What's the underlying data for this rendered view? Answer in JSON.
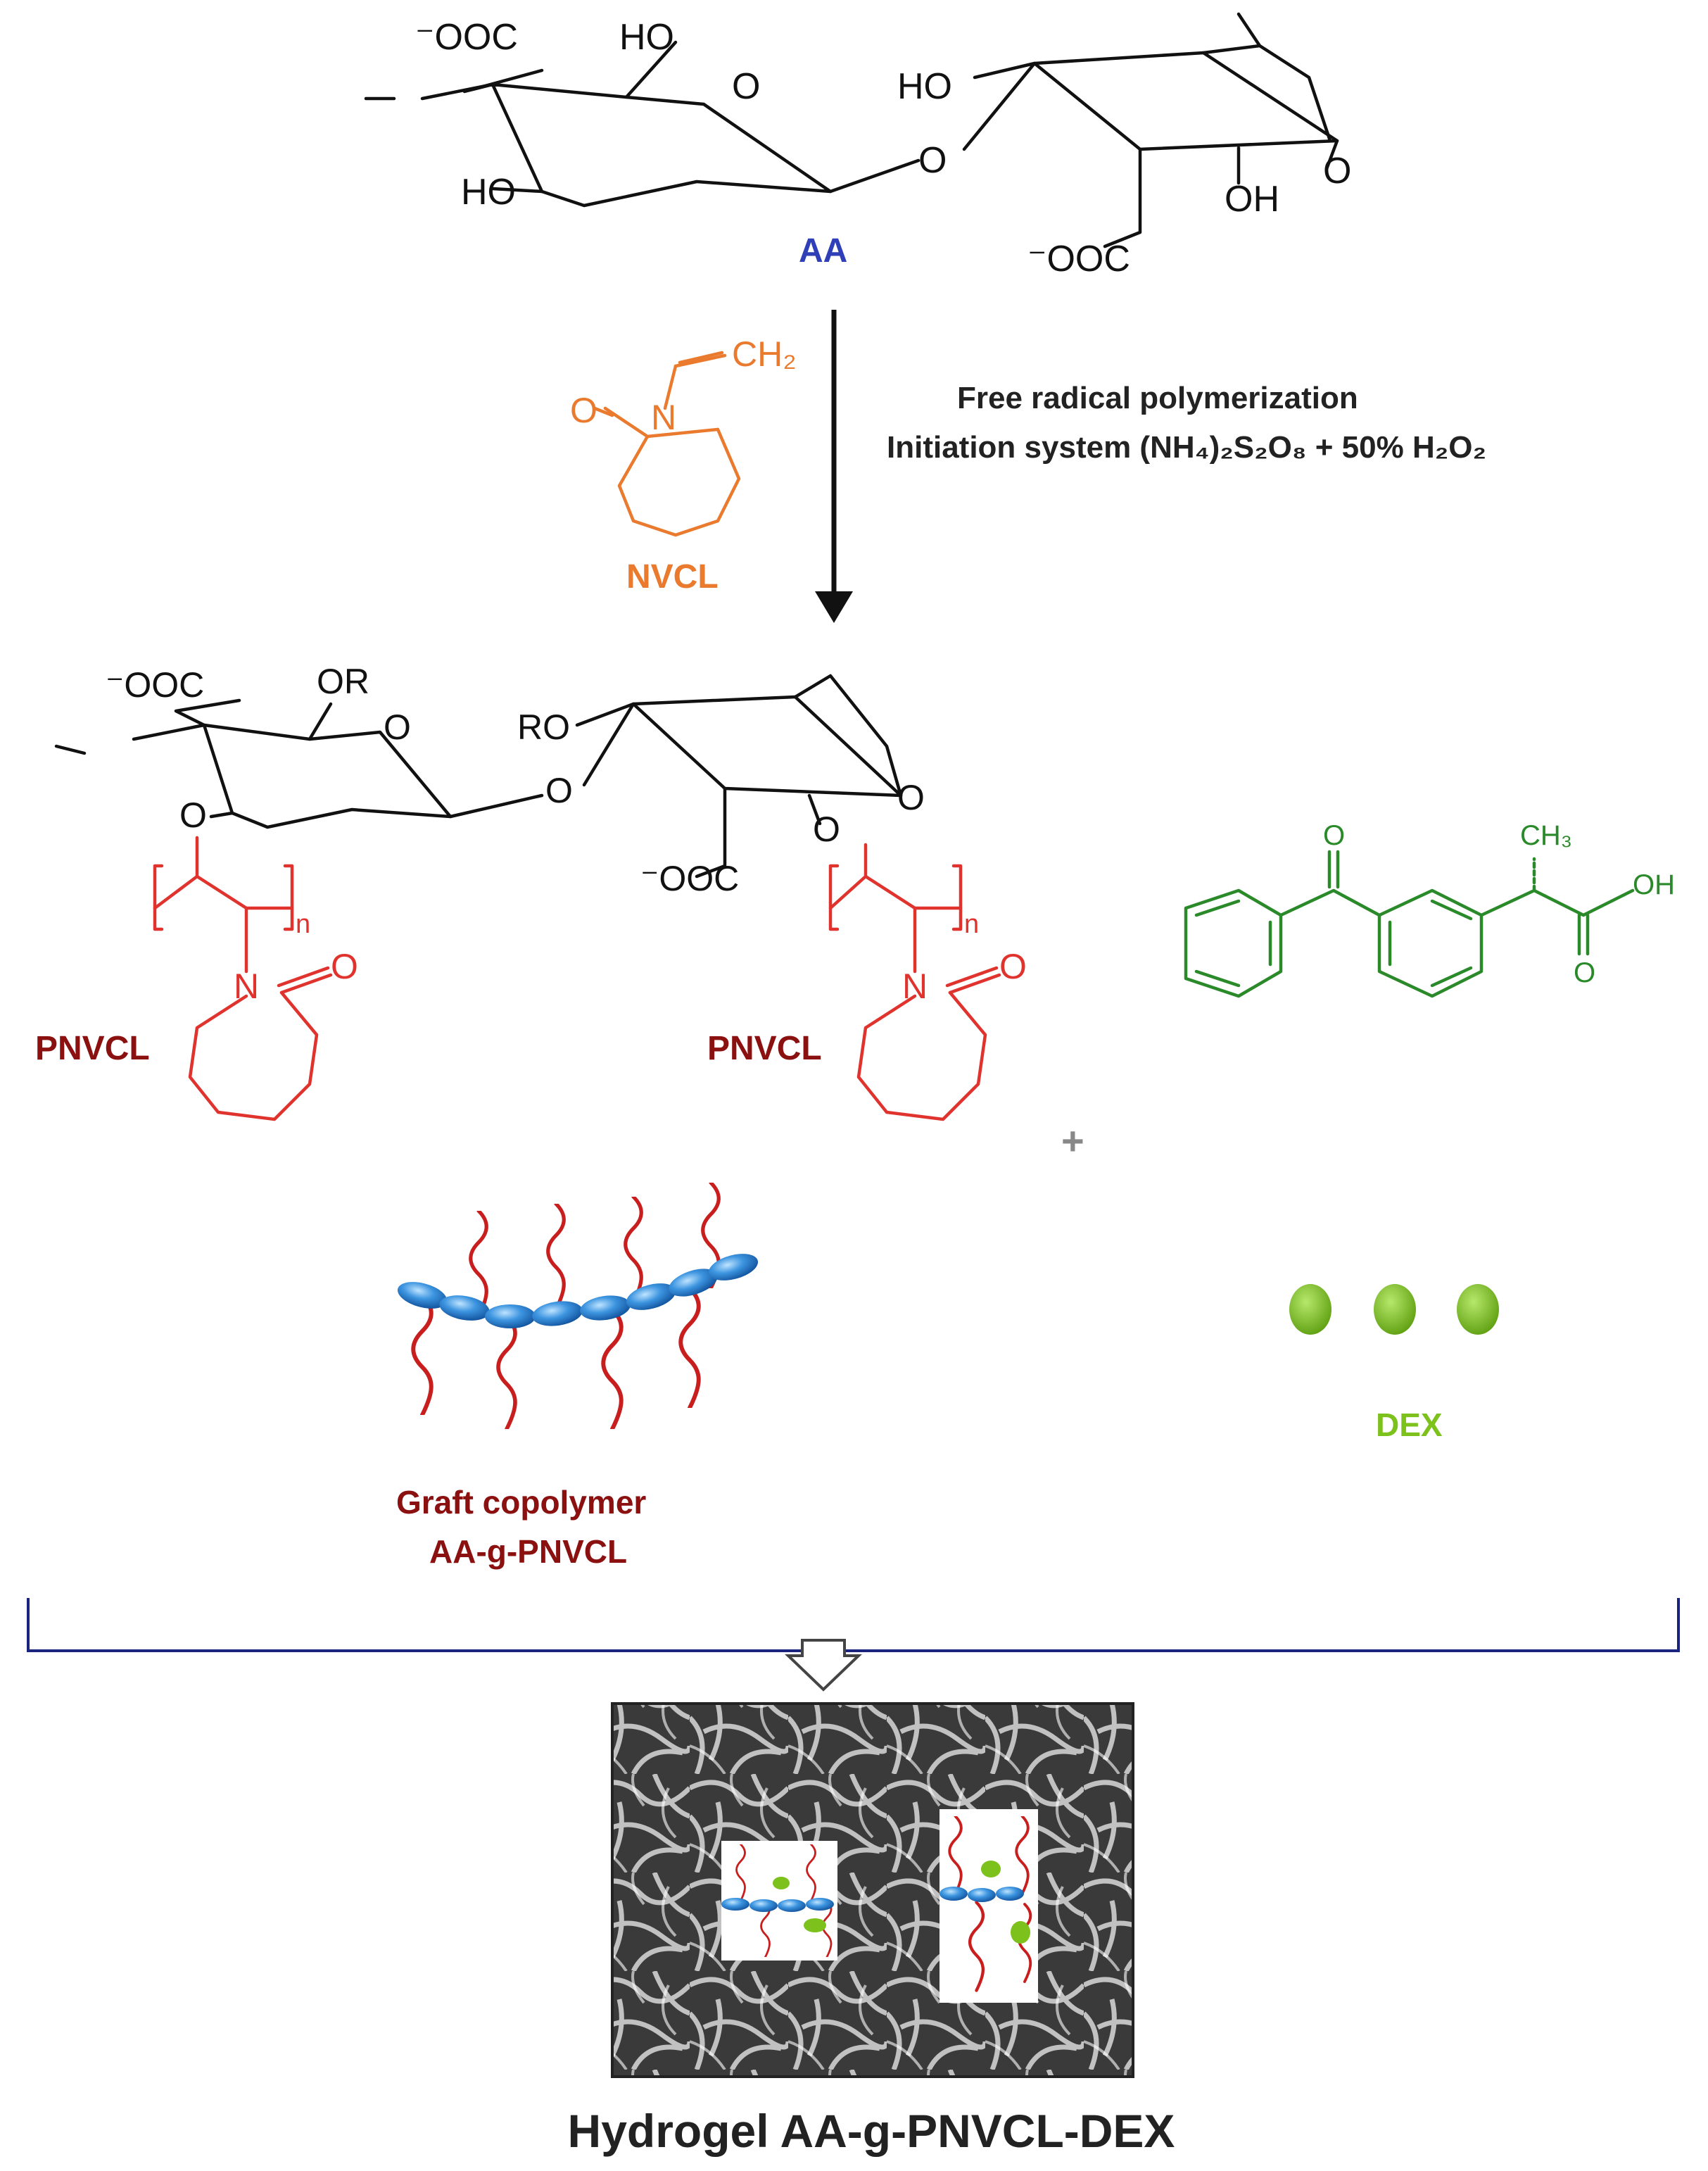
{
  "aa_structure": {
    "label": "AA",
    "coo_top": "⁻OOC",
    "ho_top": "HO",
    "ring_o": "O",
    "ho_left": "HO",
    "link_o": "O",
    "ho_right": "HO",
    "bridge_o": "O",
    "oh": "OH",
    "coo_bottom": "⁻OOC"
  },
  "reaction": {
    "condition_line1": "Free radical polymerization",
    "condition_line2": "Initiation system (NH₄)₂S₂O₈ + 50% H₂O₂"
  },
  "monomer": {
    "label": "NVCL",
    "ch2": "CH₂",
    "n": "N",
    "o": "O"
  },
  "graft_structure": {
    "coo_top": "⁻OOC",
    "or_top": "OR",
    "ring_o": "O",
    "ro": "RO",
    "link_o": "O",
    "bridge_o": "O",
    "o_left": "O",
    "o_right": "O",
    "coo_bottom": "⁻OOC",
    "pnvcl_left": "PNVCL",
    "pnvcl_right": "PNVCL",
    "n_sub": "n",
    "n_atom": "N",
    "o_atom": "O"
  },
  "drug_structure": {
    "o_ketone": "O",
    "ch3": "CH₃",
    "oh": "OH",
    "o_acid": "O"
  },
  "plus_sign": "+",
  "graft_copolymer": {
    "line1": "Graft copolymer",
    "line2": "AA-g-PNVCL"
  },
  "dex": {
    "label": "DEX"
  },
  "hydrogel": {
    "title": "Hydrogel AA-g-PNVCL-DEX"
  },
  "colors": {
    "structure": "#111111",
    "aa_label": "#2f3fb8",
    "nvcl": "#ea7a2d",
    "pnvcl": "#e0332e",
    "pnvcl_label": "#8b1010",
    "drug": "#2a8a2a",
    "dex_dot": "#7cc11c",
    "bracket": "#1a237e",
    "backbone": "#2f7fd0",
    "graft_chain": "#c81e1e"
  }
}
